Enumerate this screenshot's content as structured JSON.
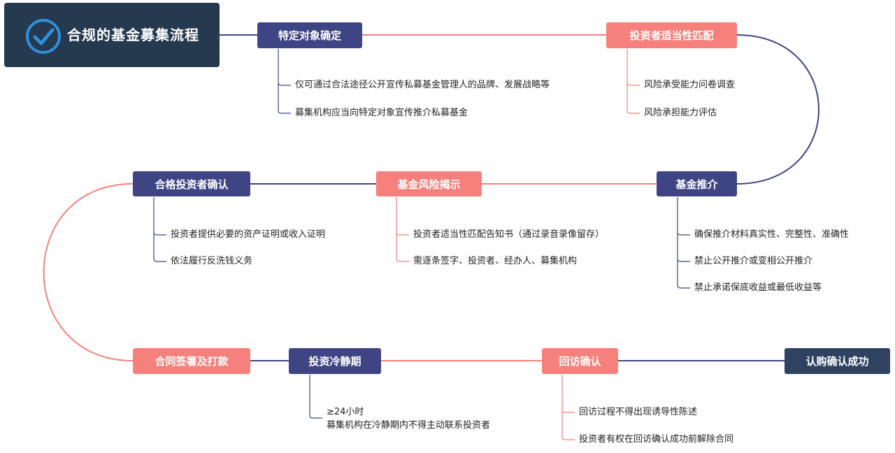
{
  "title": "合规的基金募集流程",
  "icons": {
    "title_icon": "check-circle-icon"
  },
  "colors": {
    "title_bg": "#25394f",
    "navy": "#3f4584",
    "salmon": "#f6807c",
    "final": "#2f4360",
    "check": "#2f8fd8"
  },
  "nodes": {
    "target_investor": "特定对象确定",
    "suitability_match": "投资者适当性匹配",
    "fund_promotion": "基金推介",
    "risk_disclosure": "基金风险揭示",
    "qualified_investor": "合格投资者确认",
    "contract_signing": "合同签署及打款",
    "cooling_period": "投资冷静期",
    "return_visit": "回访确认",
    "subscription_success": "认购确认成功"
  },
  "details": {
    "target_investor": [
      "仅可通过合法途径公开宣传私募基金管理人的品牌、发展战略等",
      "募集机构应当向特定对象宣传推介私募基金"
    ],
    "suitability_match": [
      "风险承受能力问卷调查",
      "风险承担能力评估"
    ],
    "fund_promotion": [
      "确保推介材料真实性、完整性、准确性",
      "禁止公开推介或变相公开推介",
      "禁止承诺保底收益或最低收益等"
    ],
    "risk_disclosure": [
      "投资者适当性匹配告知书（通过录音录像留存）",
      "需逐条签字、投资者、经办人、募集机构"
    ],
    "qualified_investor": [
      "投资者提供必要的资产证明或收入证明",
      "依法履行反洗钱义务"
    ],
    "cooling_period": [
      "≥24小时",
      "募集机构在冷静期内不得主动联系投资者"
    ],
    "return_visit": [
      "回访过程不得出现诱导性陈述",
      "投资者有权在回访确认成功前解除合同"
    ]
  }
}
